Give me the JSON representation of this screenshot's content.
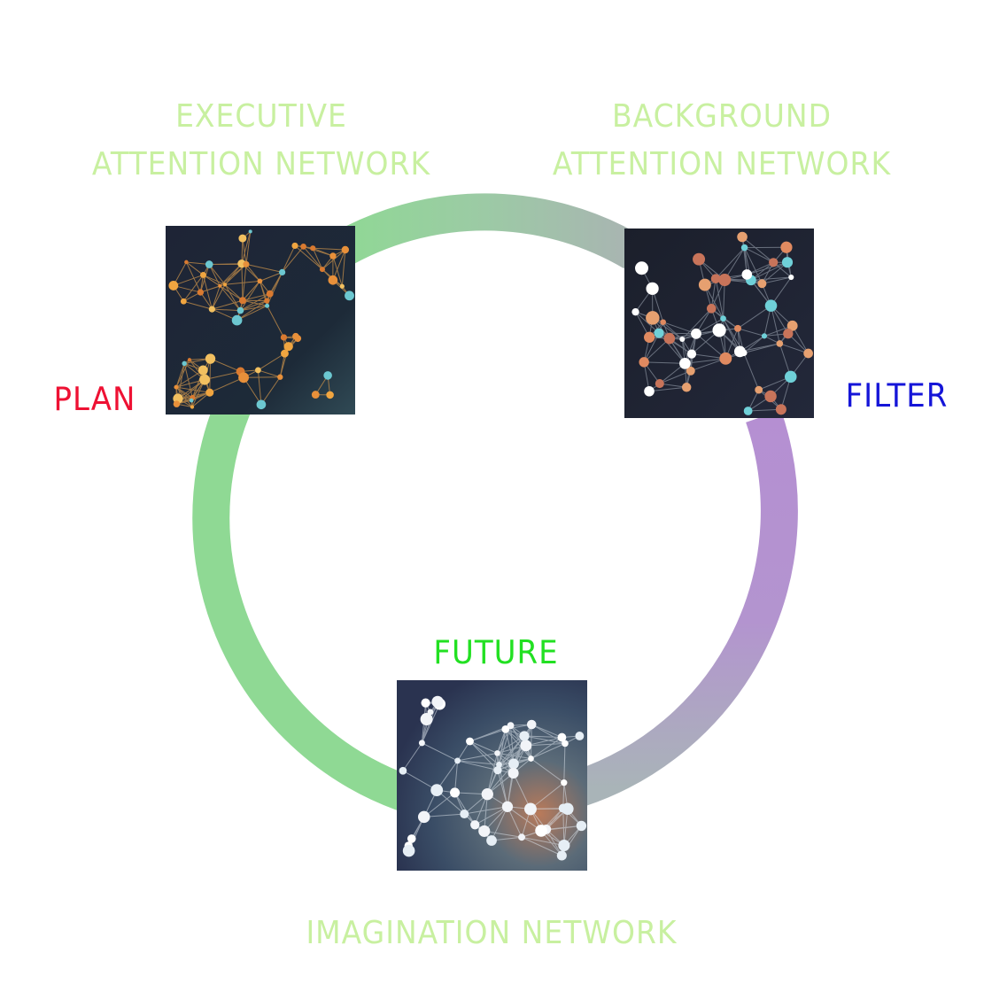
{
  "labels": {
    "executive_line1": "EXECUTIVE",
    "executive_line2": "ATTENTION NETWORK",
    "background_line1": "BACKGROUND",
    "background_line2": "ATTENTION NETWORK",
    "imagination": "IMAGINATION NETWORK",
    "plan": "PLAN",
    "filter": "FILTER",
    "future": "FUTURE"
  },
  "colors": {
    "title": "#c8f0a0",
    "plan": "#ee1133",
    "filter": "#1515d8",
    "future": "#22e022",
    "ring_green": "#8fd994",
    "ring_gray": "#a9b4b2",
    "ring_purple": "#b58fd2",
    "image_dark": "#1c2233"
  },
  "icons": [
    "network-graph-orange",
    "network-graph-mixed",
    "network-graph-white"
  ]
}
